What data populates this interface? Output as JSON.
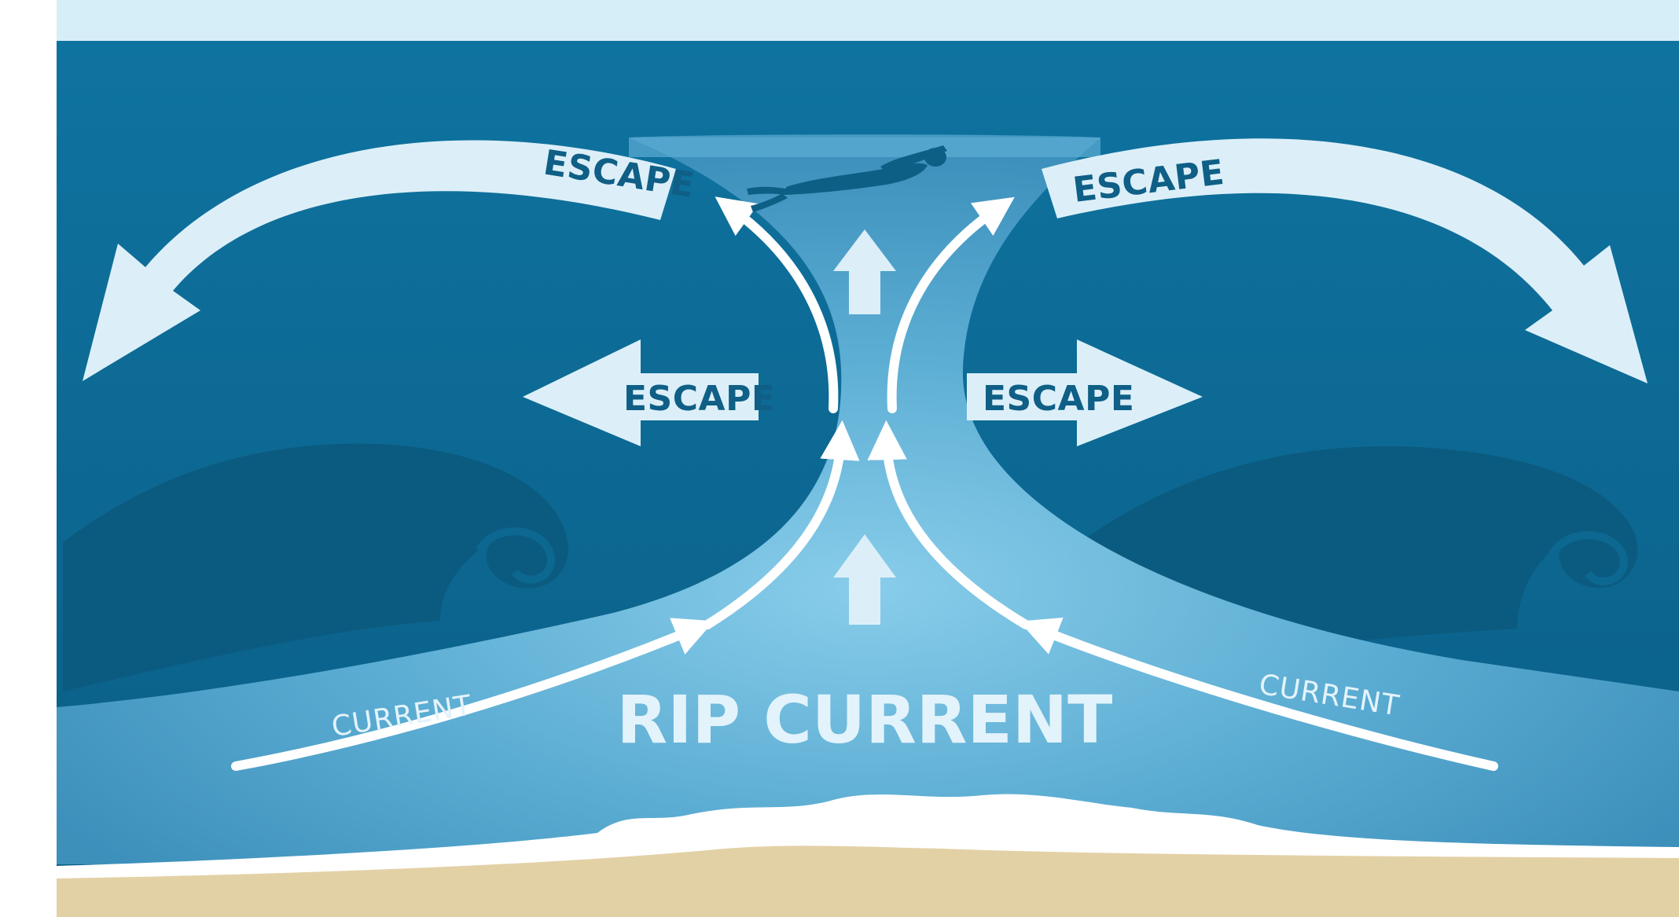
{
  "labels": {
    "escape_top_left": "ESCAPE",
    "escape_top_right": "ESCAPE",
    "escape_mid_left": "ESCAPE",
    "escape_mid_right": "ESCAPE",
    "current_left": "CURRENT",
    "current_right": "CURRENT",
    "rip_current": "RIP CURRENT"
  },
  "colors": {
    "sky": "#d6eef8",
    "ocean": "#0d6d97",
    "ocean_deep": "#0a5a80",
    "wave": "#0b5b80",
    "channel": "#7dc6e6",
    "arrow_light": "#dceff8",
    "arrow_white": "#ffffff",
    "foam": "#ffffff",
    "sand": "#e3d1a6"
  },
  "icons": [
    "swimmer-icon",
    "escape-arrow-icon",
    "current-arrow-icon",
    "upward-arrow-icon"
  ]
}
